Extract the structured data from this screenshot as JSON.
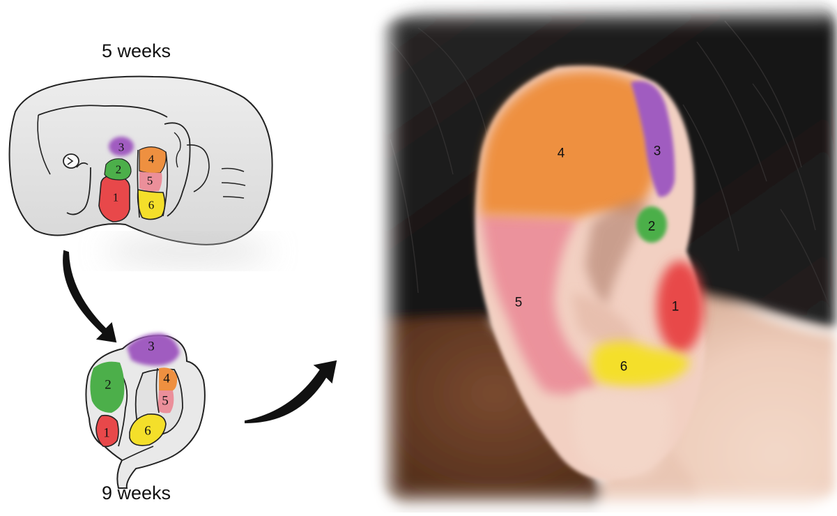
{
  "captions": {
    "five_weeks": "5 weeks",
    "nine_weeks": "9 weeks"
  },
  "hillocks": {
    "h1": "1",
    "h2": "2",
    "h3": "3",
    "h4": "4",
    "h5": "5",
    "h6": "6"
  },
  "colors": {
    "h1": "#e8484a",
    "h2": "#4caf4a",
    "h3": "#a05cc0",
    "h4": "#ee9040",
    "h5": "#eb8f9a",
    "h6": "#f4df2a"
  },
  "icons": {
    "arrow_down": "curved-arrow-icon",
    "arrow_right": "curved-arrow-icon"
  }
}
